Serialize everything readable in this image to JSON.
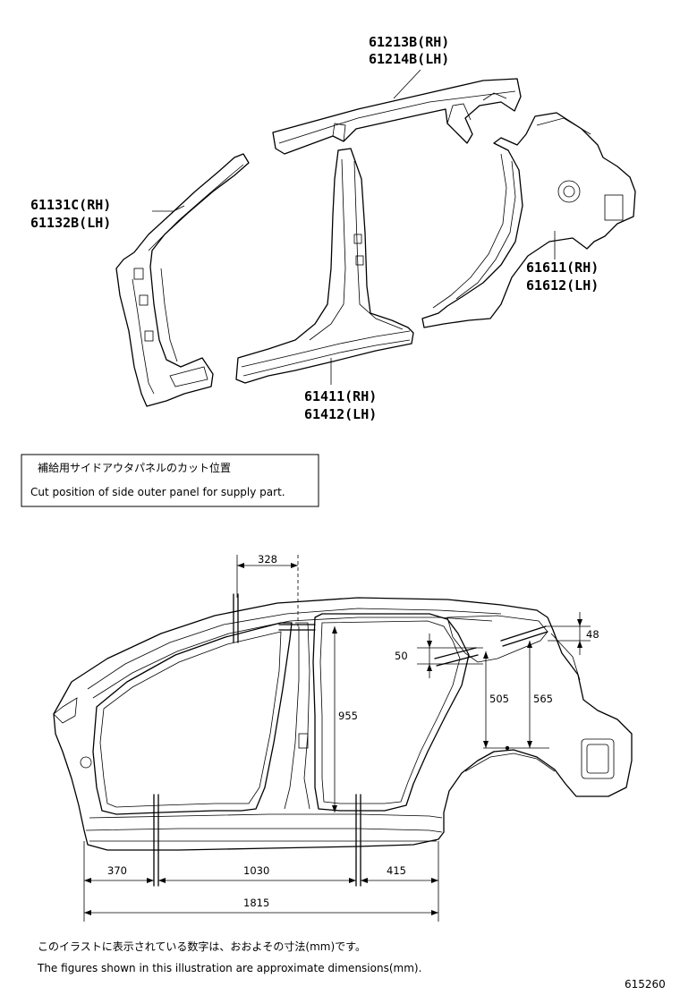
{
  "parts": {
    "roof_side_rail": {
      "rh": "61213B(RH)",
      "lh": "61214B(LH)"
    },
    "front_pillar": {
      "rh": "61131C(RH)",
      "lh": "61132B(LH)"
    },
    "quarter_panel": {
      "rh": "61611(RH)",
      "lh": "61612(LH)"
    },
    "rocker_center_pillar": {
      "rh": "61411(RH)",
      "lh": "61412(LH)"
    }
  },
  "legend": {
    "jp": "補給用サイドアウタパネルのカット位置",
    "en": "Cut position of side outer panel for supply part."
  },
  "dimensions": {
    "d328": "328",
    "d48": "48",
    "d50": "50",
    "d955": "955",
    "d505": "505",
    "d565": "565",
    "d370": "370",
    "d1030": "1030",
    "d415": "415",
    "d1815": "1815"
  },
  "footer": {
    "jp": "このイラストに表示されている数字は、おおよその寸法(mm)です。",
    "en": "The figures shown in this illustration are approximate dimensions(mm).",
    "ref": "615260"
  }
}
